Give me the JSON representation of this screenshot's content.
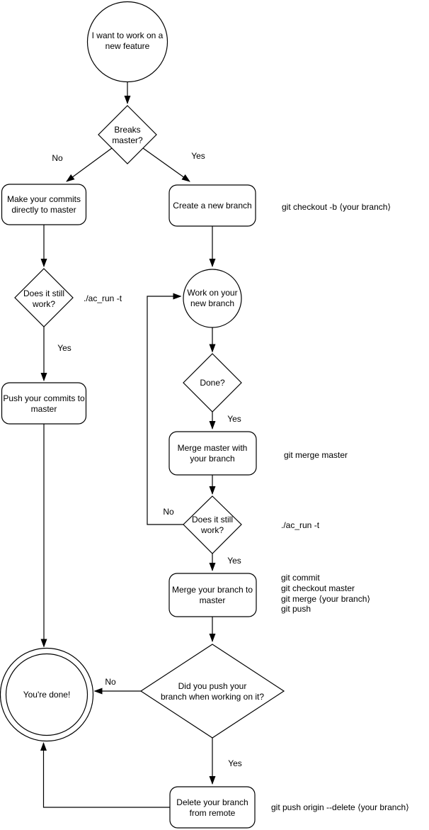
{
  "diagram": {
    "nodes": {
      "start": {
        "shape": "circle",
        "lines": [
          "I want to work on a",
          "new feature"
        ]
      },
      "breaks_master": {
        "shape": "diamond",
        "lines": [
          "Breaks",
          "master?"
        ]
      },
      "make_commits": {
        "shape": "rounded-rect",
        "lines": [
          "Make your commits",
          "directly to master"
        ]
      },
      "create_branch": {
        "shape": "rounded-rect",
        "lines": [
          "Create a new branch"
        ]
      },
      "still_works_left": {
        "shape": "diamond",
        "lines": [
          "Does it still",
          "work?"
        ]
      },
      "push_commits": {
        "shape": "rounded-rect",
        "lines": [
          "Push your commits to",
          "master"
        ]
      },
      "work_on_branch": {
        "shape": "circle",
        "lines": [
          "Work on your",
          "new branch"
        ]
      },
      "done": {
        "shape": "diamond",
        "lines": [
          "Done?"
        ]
      },
      "merge_master": {
        "shape": "rounded-rect",
        "lines": [
          "Merge master with",
          "your branch"
        ]
      },
      "still_works_right": {
        "shape": "diamond",
        "lines": [
          "Does it still",
          "work?"
        ]
      },
      "merge_branch": {
        "shape": "rounded-rect",
        "lines": [
          "Merge your branch to",
          "master"
        ]
      },
      "did_you_push": {
        "shape": "diamond",
        "lines": [
          "Did you push your",
          "branch when working on it?"
        ]
      },
      "youre_done": {
        "shape": "double-circle",
        "lines": [
          "You're done!"
        ]
      },
      "delete_branch": {
        "shape": "rounded-rect",
        "lines": [
          "Delete your branch",
          "from remote"
        ]
      }
    },
    "edge_labels": {
      "breaks_no": "No",
      "breaks_yes": "Yes",
      "still_left_yes": "Yes",
      "done_yes": "Yes",
      "still_right_no": "No",
      "still_right_yes": "Yes",
      "did_push_no": "No",
      "did_push_yes": "Yes"
    },
    "annotations": {
      "create_branch_cmd": "git checkout -b ⟨your branch⟩",
      "test_cmd_left": "./ac_run -t",
      "merge_master_cmd": "git merge master",
      "test_cmd_right": "./ac_run -t",
      "merge_branch_cmds": [
        "git commit",
        "git checkout master",
        "git merge ⟨your branch⟩",
        "git push"
      ],
      "delete_branch_cmd": "git push origin --delete ⟨your branch⟩"
    },
    "colors": {
      "stroke": "#000000",
      "node_fill": "#ffffff",
      "text": "#000000",
      "background": "#ffffff"
    }
  }
}
